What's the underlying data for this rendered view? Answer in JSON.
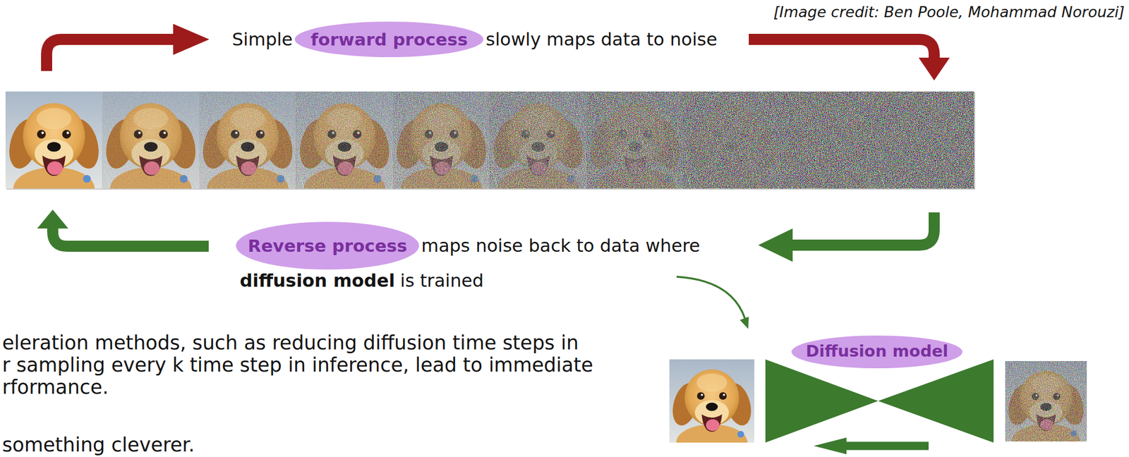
{
  "diagram": {
    "nodes": [
      {
        "text": [
          "forward process"
        ]
      },
      {
        "text": [
          "Reverse process"
        ]
      },
      {
        "text": [
          "Diffusion model"
        ]
      }
    ],
    "labels": [
      "[Image credit: Ben Poole, Mohammad Norouzi]",
      "Simple",
      "slowly maps data to noise",
      "maps noise back to data where",
      "diffusion model",
      "is trained",
      "eleration methods, such as reducing diffusion time steps in",
      "r sampling every k time step in inference, lead to immediate",
      "rformance.",
      "something cleverer."
    ]
  }
}
